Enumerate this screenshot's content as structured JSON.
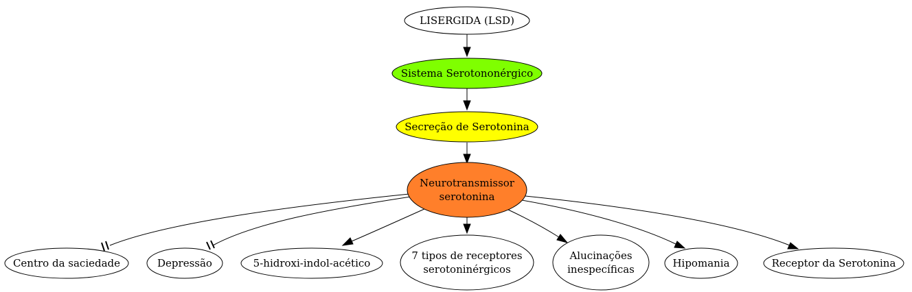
{
  "colors": {
    "white": "#ffffff",
    "green": "#7fff00",
    "yellow": "#ffff00",
    "orange": "#ff7f2a",
    "stroke": "#000000"
  },
  "nodes": {
    "lsd": {
      "lines": [
        "LISERGIDA (LSD)"
      ]
    },
    "sistema": {
      "lines": [
        "Sistema Serotononérgico"
      ]
    },
    "secrecao": {
      "lines": [
        "Secreção de Serotonina"
      ]
    },
    "neuro": {
      "lines": [
        "Neurotransmissor",
        "serotonina"
      ]
    },
    "centro": {
      "lines": [
        "Centro da saciedade"
      ]
    },
    "depressao": {
      "lines": [
        "Depressão"
      ]
    },
    "hidroxi": {
      "lines": [
        "5-hidroxi-indol-acético"
      ]
    },
    "tipos": {
      "lines": [
        "7 tipos de receptores",
        "serotoninérgicos"
      ]
    },
    "alucinacoes": {
      "lines": [
        "Alucinações",
        "inespecíficas"
      ]
    },
    "hipomania": {
      "lines": [
        "Hipomania"
      ]
    },
    "receptor": {
      "lines": [
        "Receptor da Serotonina"
      ]
    }
  }
}
